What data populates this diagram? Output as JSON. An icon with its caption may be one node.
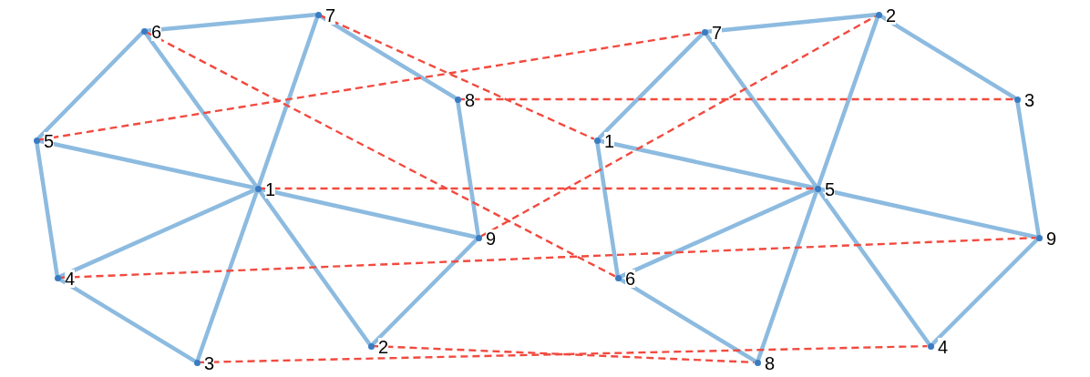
{
  "diagram": {
    "nodes": [
      {
        "text": [],
        "shape": "circle",
        "beside": [
          "1"
        ]
      },
      {
        "text": [],
        "shape": "circle",
        "beside": [
          "2"
        ]
      },
      {
        "text": [],
        "shape": "circle",
        "beside": [
          "3"
        ]
      },
      {
        "text": [],
        "shape": "circle",
        "beside": [
          "4"
        ]
      },
      {
        "text": [],
        "shape": "circle",
        "beside": [
          "5"
        ]
      },
      {
        "text": [],
        "shape": "circle",
        "beside": [
          "6"
        ]
      },
      {
        "text": [],
        "shape": "circle",
        "beside": [
          "7"
        ]
      },
      {
        "text": [],
        "shape": "circle",
        "beside": [
          "8"
        ]
      },
      {
        "text": [],
        "shape": "circle",
        "beside": [
          "9"
        ]
      },
      {
        "text": [],
        "shape": "circle",
        "beside": [
          "1"
        ]
      },
      {
        "text": [],
        "shape": "circle",
        "beside": [
          "2"
        ]
      },
      {
        "text": [],
        "shape": "circle",
        "beside": [
          "3"
        ]
      },
      {
        "text": [],
        "shape": "circle",
        "beside": [
          "4"
        ]
      },
      {
        "text": [],
        "shape": "circle",
        "beside": [
          "5"
        ]
      },
      {
        "text": [],
        "shape": "circle",
        "beside": [
          "6"
        ]
      },
      {
        "text": [],
        "shape": "circle",
        "beside": [
          "7"
        ]
      },
      {
        "text": [],
        "shape": "circle",
        "beside": [
          "8"
        ]
      },
      {
        "text": [],
        "shape": "circle",
        "beside": [
          "9"
        ]
      }
    ],
    "edges": [
      {
        "from": 5,
        "to": 6,
        "arrow": "none"
      },
      {
        "from": 6,
        "to": 7,
        "arrow": "none"
      },
      {
        "from": 7,
        "to": 8,
        "arrow": "none"
      },
      {
        "from": 8,
        "to": 1,
        "arrow": "none"
      },
      {
        "from": 0,
        "to": 1,
        "arrow": "none"
      },
      {
        "from": 0,
        "to": 2,
        "arrow": "none"
      },
      {
        "from": 2,
        "to": 3,
        "arrow": "none"
      },
      {
        "from": 3,
        "to": 4,
        "arrow": "none"
      },
      {
        "from": 4,
        "to": 5,
        "arrow": "none"
      },
      {
        "from": 0,
        "to": 5,
        "arrow": "none"
      },
      {
        "from": 0,
        "to": 6,
        "arrow": "none"
      },
      {
        "from": 0,
        "to": 4,
        "arrow": "none"
      },
      {
        "from": 0,
        "to": 3,
        "arrow": "none"
      },
      {
        "from": 0,
        "to": 8,
        "arrow": "none"
      },
      {
        "from": 15,
        "to": 10,
        "arrow": "none"
      },
      {
        "from": 10,
        "to": 11,
        "arrow": "none"
      },
      {
        "from": 11,
        "to": 17,
        "arrow": "none"
      },
      {
        "from": 17,
        "to": 12,
        "arrow": "none"
      },
      {
        "from": 12,
        "to": 13,
        "arrow": "none"
      },
      {
        "from": 13,
        "to": 16,
        "arrow": "none"
      },
      {
        "from": 16,
        "to": 14,
        "arrow": "none"
      },
      {
        "from": 14,
        "to": 9,
        "arrow": "none"
      },
      {
        "from": 9,
        "to": 15,
        "arrow": "none"
      },
      {
        "from": 9,
        "to": 13,
        "arrow": "none"
      },
      {
        "from": 15,
        "to": 13,
        "arrow": "none"
      },
      {
        "from": 10,
        "to": 13,
        "arrow": "none"
      },
      {
        "from": 13,
        "to": 17,
        "arrow": "none"
      },
      {
        "from": 13,
        "to": 14,
        "arrow": "none"
      },
      {
        "from": 6,
        "to": 9,
        "arrow": "none",
        "style": "dashed",
        "color": "#f24a3f"
      },
      {
        "from": 5,
        "to": 14,
        "arrow": "none",
        "style": "dashed",
        "color": "#f24a3f"
      },
      {
        "from": 4,
        "to": 15,
        "arrow": "none",
        "style": "dashed",
        "color": "#f24a3f"
      },
      {
        "from": 7,
        "to": 11,
        "arrow": "none",
        "style": "dashed",
        "color": "#f24a3f"
      },
      {
        "from": 0,
        "to": 13,
        "arrow": "none",
        "style": "dashed",
        "color": "#f24a3f"
      },
      {
        "from": 8,
        "to": 10,
        "arrow": "none",
        "style": "dashed",
        "color": "#f24a3f"
      },
      {
        "from": 3,
        "to": 17,
        "arrow": "none",
        "style": "dashed",
        "color": "#f24a3f"
      },
      {
        "from": 2,
        "to": 12,
        "arrow": "none",
        "style": "dashed",
        "color": "#f24a3f"
      },
      {
        "from": 1,
        "to": 16,
        "arrow": "none",
        "style": "dashed",
        "color": "#f24a3f"
      }
    ]
  }
}
